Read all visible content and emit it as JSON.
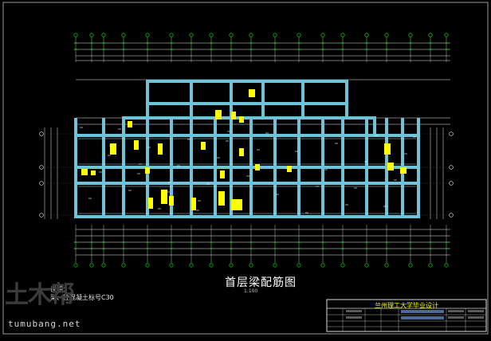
{
  "drawing": {
    "title": "首层梁配筋图",
    "scale": "1:100"
  },
  "notes": {
    "heading": "说明：",
    "line1": "梁、柱混凝土标号C30"
  },
  "title_block": {
    "institution": "兰州理工大学毕业设计"
  },
  "watermark": {
    "logo": "土木帮",
    "url": "tumubang.net"
  },
  "colors": {
    "background": "#000000",
    "beam": "#6fc3d8",
    "rebar_annotation": "#ffff00",
    "dimension": "#e8e8e8",
    "axis_tick": "#00ff00",
    "frame": "#ffffff"
  }
}
